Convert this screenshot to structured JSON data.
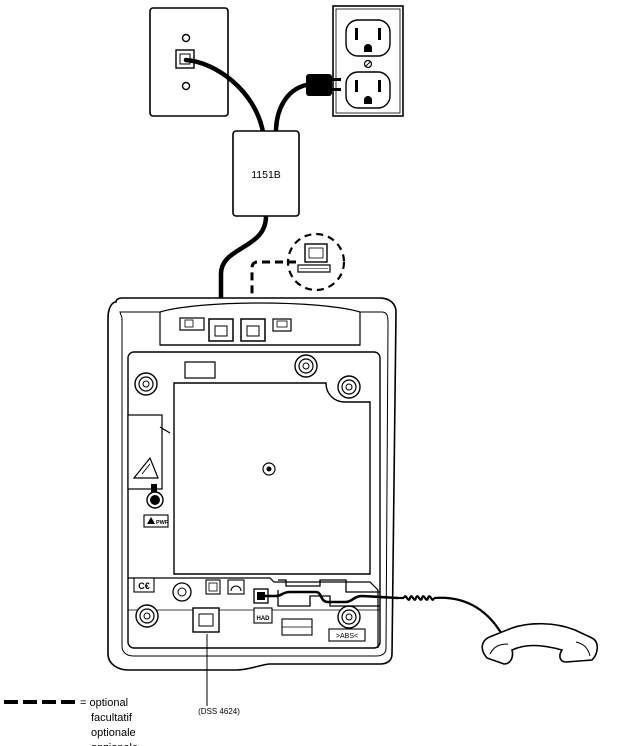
{
  "diagram": {
    "splitter_label": "1151B",
    "dss_label": "(DSS 4624)",
    "legend": {
      "lines": [
        "= optional",
        "facultatif",
        "optionale",
        "opzionale"
      ]
    },
    "port_icons": {
      "power": "PWR",
      "abs": ">ABS<",
      "had": "HAD"
    }
  },
  "colors": {
    "stroke": "#000000",
    "background": "#ffffff"
  }
}
